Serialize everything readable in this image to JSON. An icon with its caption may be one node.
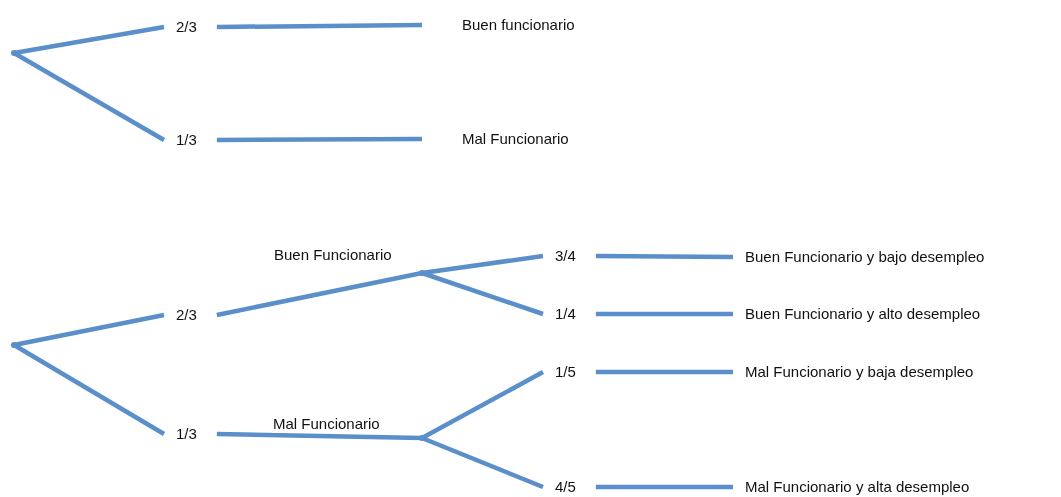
{
  "diagram": {
    "nodes": [
      {
        "text": [],
        "shape": "point"
      },
      {
        "text": [
          "2/3"
        ]
      },
      {
        "text": [
          "Buen funcionario"
        ]
      },
      {
        "text": [
          "1/3"
        ]
      },
      {
        "text": [
          "Mal Funcionario"
        ]
      },
      {
        "text": [],
        "shape": "point"
      },
      {
        "text": [
          "2/3"
        ]
      },
      {
        "text": [],
        "shape": "point"
      },
      {
        "text": [
          "3/4"
        ]
      },
      {
        "text": [
          "Buen Funcionario y bajo desempleo"
        ]
      },
      {
        "text": [
          "1/4"
        ]
      },
      {
        "text": [
          "Buen Funcionario y alto desempleo"
        ]
      },
      {
        "text": [
          "1/5"
        ]
      },
      {
        "text": [
          "Mal Funcionario y baja desempleo"
        ]
      },
      {
        "text": [
          "1/3"
        ]
      },
      {
        "text": [],
        "shape": "point"
      },
      {
        "text": [
          "4/5"
        ]
      },
      {
        "text": [
          "Mal Funcionario y alta desempleo"
        ]
      }
    ],
    "edges": [
      {
        "from": 0,
        "to": 1,
        "arrow": "none"
      },
      {
        "from": 0,
        "to": 3,
        "arrow": "none"
      },
      {
        "from": 1,
        "to": 2,
        "arrow": "none"
      },
      {
        "from": 3,
        "to": 4,
        "arrow": "none"
      },
      {
        "from": 5,
        "to": 6,
        "arrow": "none"
      },
      {
        "from": 5,
        "to": 14,
        "arrow": "none"
      },
      {
        "from": 6,
        "to": 7,
        "arrow": "none",
        "label": "Buen Funcionario"
      },
      {
        "from": 7,
        "to": 8,
        "arrow": "none"
      },
      {
        "from": 7,
        "to": 10,
        "arrow": "none"
      },
      {
        "from": 8,
        "to": 9,
        "arrow": "none"
      },
      {
        "from": 10,
        "to": 11,
        "arrow": "none"
      },
      {
        "from": 14,
        "to": 15,
        "arrow": "none",
        "label": "Mal Funcionario"
      },
      {
        "from": 15,
        "to": 12,
        "arrow": "none"
      },
      {
        "from": 15,
        "to": 16,
        "arrow": "none"
      },
      {
        "from": 12,
        "to": 13,
        "arrow": "none"
      },
      {
        "from": 16,
        "to": 17,
        "arrow": "none"
      }
    ]
  }
}
